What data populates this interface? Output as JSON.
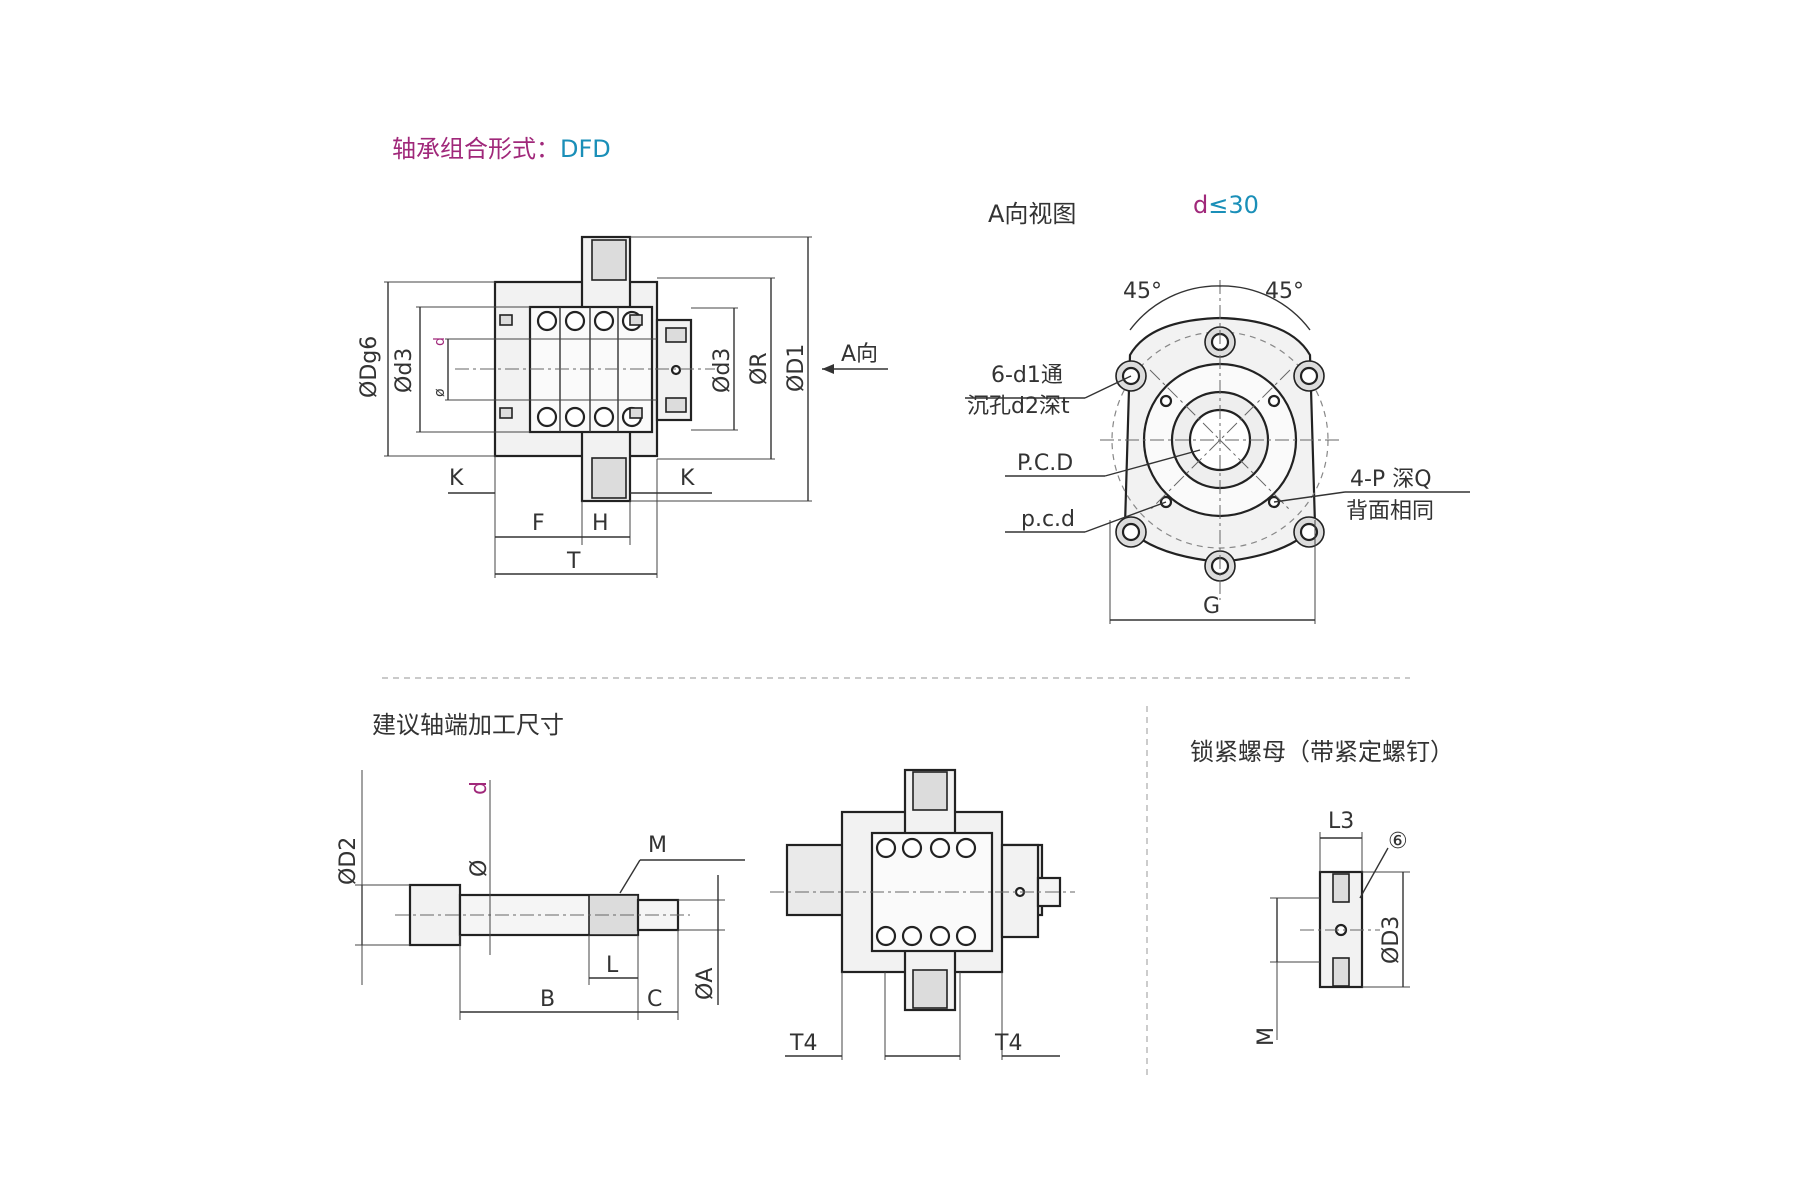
{
  "headings": {
    "combo_prefix": "轴承组合形式：",
    "combo_value": "DFD",
    "view_a": "A向视图",
    "d_cond_letter": "d",
    "d_cond_rest": "≤30",
    "shaft_end": "建议轴端加工尺寸",
    "lock_nut": "锁紧螺母（带紧定螺钉）"
  },
  "dims_main": {
    "dg6": "ØDg6",
    "d3": "Ød3",
    "d_small": "d",
    "phi_small": "ø",
    "d3_right": "Ød3",
    "r": "ØR",
    "d1": "ØD1",
    "a_dir": "A向",
    "k_left": "K",
    "k_right": "K",
    "f": "F",
    "h": "H",
    "t": "T"
  },
  "dims_view": {
    "angle_left": "45°",
    "angle_right": "45°",
    "holes_line1": "6-d1通",
    "holes_line2": "沉孔d2深t",
    "pcd_upper": "P.C.D",
    "pcd_lower": "p.c.d",
    "tap_line1": "4-P  深Q",
    "tap_line2": "背面相同",
    "g": "G"
  },
  "dims_shaft": {
    "d2": "ØD2",
    "d": "d",
    "phi": "Ø",
    "m": "M",
    "l": "L",
    "b": "B",
    "c": "C",
    "a": "ØA"
  },
  "dims_assembly": {
    "t4_left": "T4",
    "t4_right": "T4"
  },
  "dims_nut": {
    "l3": "L3",
    "six": "⑥",
    "d3": "ØD3",
    "m": "M"
  }
}
